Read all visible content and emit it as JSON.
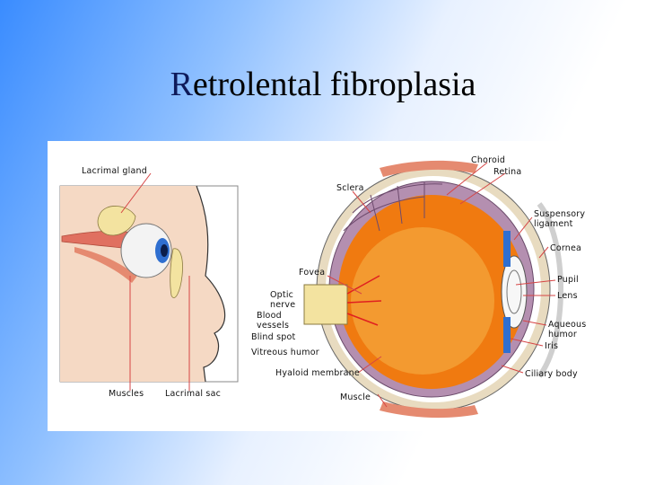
{
  "title": {
    "first_letter": "R",
    "rest": "etrolental fibroplasia"
  },
  "labels": {
    "lacrimal_gland": "Lacrimal gland",
    "muscles": "Muscles",
    "lacrimal_sac": "Lacrimal sac",
    "choroid": "Choroid",
    "retina": "Retina",
    "sclera": "Sclera",
    "suspensory_ligament": "Suspensory\nligament",
    "cornea": "Cornea",
    "fovea": "Fovea",
    "pupil": "Pupil",
    "optic_nerve": "Optic\nnerve",
    "lens": "Lens",
    "blood_vessels": "Blood\nvessels",
    "blind_spot": "Blind spot",
    "aqueous_humor": "Aqueous\nhumor",
    "iris": "Iris",
    "vitreous_humor": "Vitreous humor",
    "hyaloid_membrane": "Hyaloid membrane",
    "ciliary_body": "Ciliary body",
    "muscle": "Muscle"
  },
  "colors": {
    "eyeball_interior": "#f07a10",
    "sclera": "#f3e6c8",
    "choroid": "#b48fb0",
    "iris": "#2f6fd0",
    "leader_line": "#d64545"
  }
}
